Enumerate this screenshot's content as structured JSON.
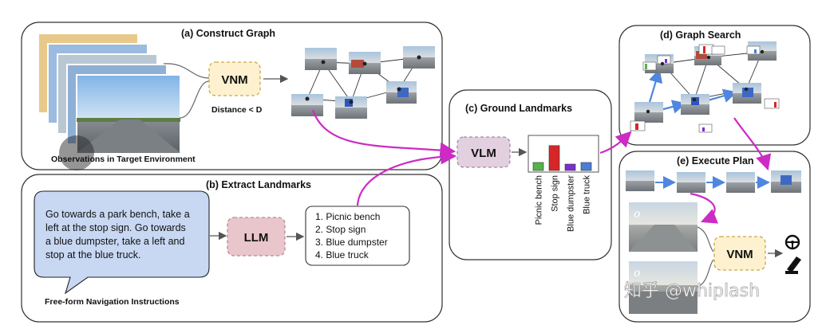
{
  "panels": {
    "construct": {
      "title": "(a)  Construct Graph",
      "module": "VNM",
      "condition": "Distance < D",
      "caption": "Observations in Target Environment"
    },
    "extract": {
      "title": "(b) Extract Landmarks",
      "module": "LLM",
      "caption": "Free-form Navigation Instructions",
      "instruction_lines": [
        "Go towards a park bench, take a",
        "left at the stop sign. Go towards",
        "a blue dumpster, take a left and",
        "stop at the blue truck."
      ],
      "landmarks": [
        "1. Picnic bench",
        "2. Stop sign",
        "3. Blue dumpster",
        "4. Blue truck"
      ]
    },
    "ground": {
      "title": "(c) Ground Landmarks",
      "module": "VLM"
    },
    "search": {
      "title": "(d) Graph Search"
    },
    "execute": {
      "title": "(e) Execute Plan",
      "module": "VNM",
      "obs_symbol": "o"
    }
  },
  "chart_data": {
    "type": "bar",
    "categories": [
      "Picnic bench",
      "Stop sign",
      "Blue dumpster",
      "Blue truck"
    ],
    "values": [
      0.25,
      0.78,
      0.2,
      0.25
    ],
    "ylim": [
      0,
      1
    ],
    "colors": [
      "#55b34a",
      "#d62728",
      "#7a2fd0",
      "#4a7fd8"
    ],
    "title": "",
    "xlabel": "",
    "ylabel": ""
  },
  "watermark": "知乎 @whiplash",
  "colors": {
    "vnm_fill": "#fdf1cf",
    "llm_fill": "#e9c6cc",
    "vlm_fill": "#e2cfe0",
    "instruction_fill": "#c8d8f3",
    "arrow_magenta": "#cc2bc4",
    "arrow_blue": "#4f86df"
  }
}
